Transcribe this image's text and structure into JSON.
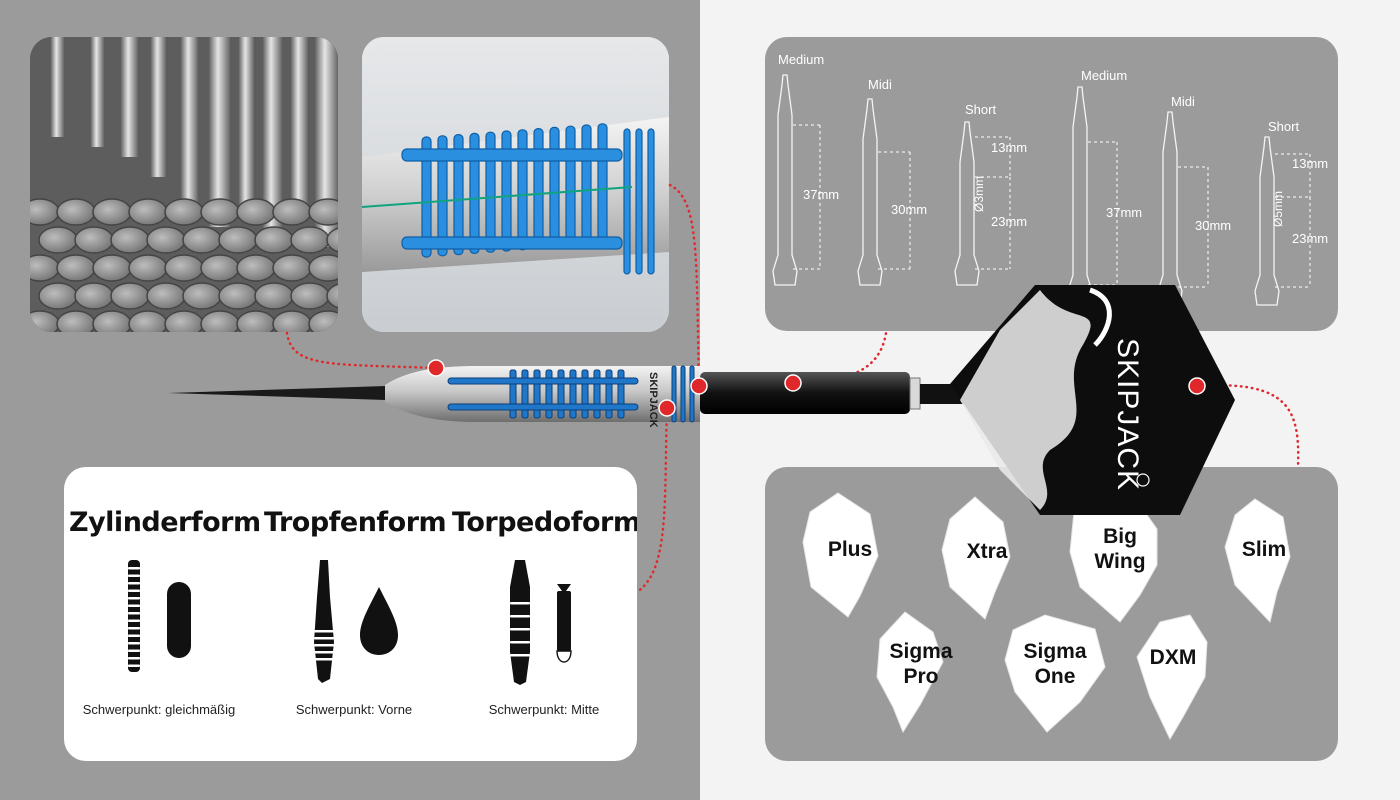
{
  "shafts": {
    "group1": {
      "medium": {
        "label": "Medium",
        "length": "37mm"
      },
      "midi": {
        "label": "Midi",
        "length": "30mm"
      },
      "short": {
        "label": "Short",
        "top": "13mm",
        "bottom": "23mm",
        "diameter": "Ø3mm"
      }
    },
    "group2": {
      "medium": {
        "label": "Medium",
        "length": "37mm"
      },
      "midi": {
        "label": "Midi",
        "length": "30mm"
      },
      "short": {
        "label": "Short",
        "top": "13mm",
        "bottom": "23mm",
        "diameter": "Ø5mm"
      }
    }
  },
  "flight_brand": "SKIPJACK",
  "flights": [
    "Plus",
    "Xtra",
    "Big Wing",
    "Slim",
    "Sigma Pro",
    "Sigma One",
    "DXM"
  ],
  "barrel_shapes": [
    {
      "title": "Zylinderform",
      "caption": "Schwerpunkt: gleichmäßig"
    },
    {
      "title": "Tropfenform",
      "caption": "Schwerpunkt: Vorne"
    },
    {
      "title": "Torpedoform",
      "caption": "Schwerpunkt: Mitte"
    }
  ],
  "colors": {
    "accent_red": "#e0282b",
    "barrel_blue": "#1f77c9",
    "panel_gray": "#9b9b9b"
  }
}
